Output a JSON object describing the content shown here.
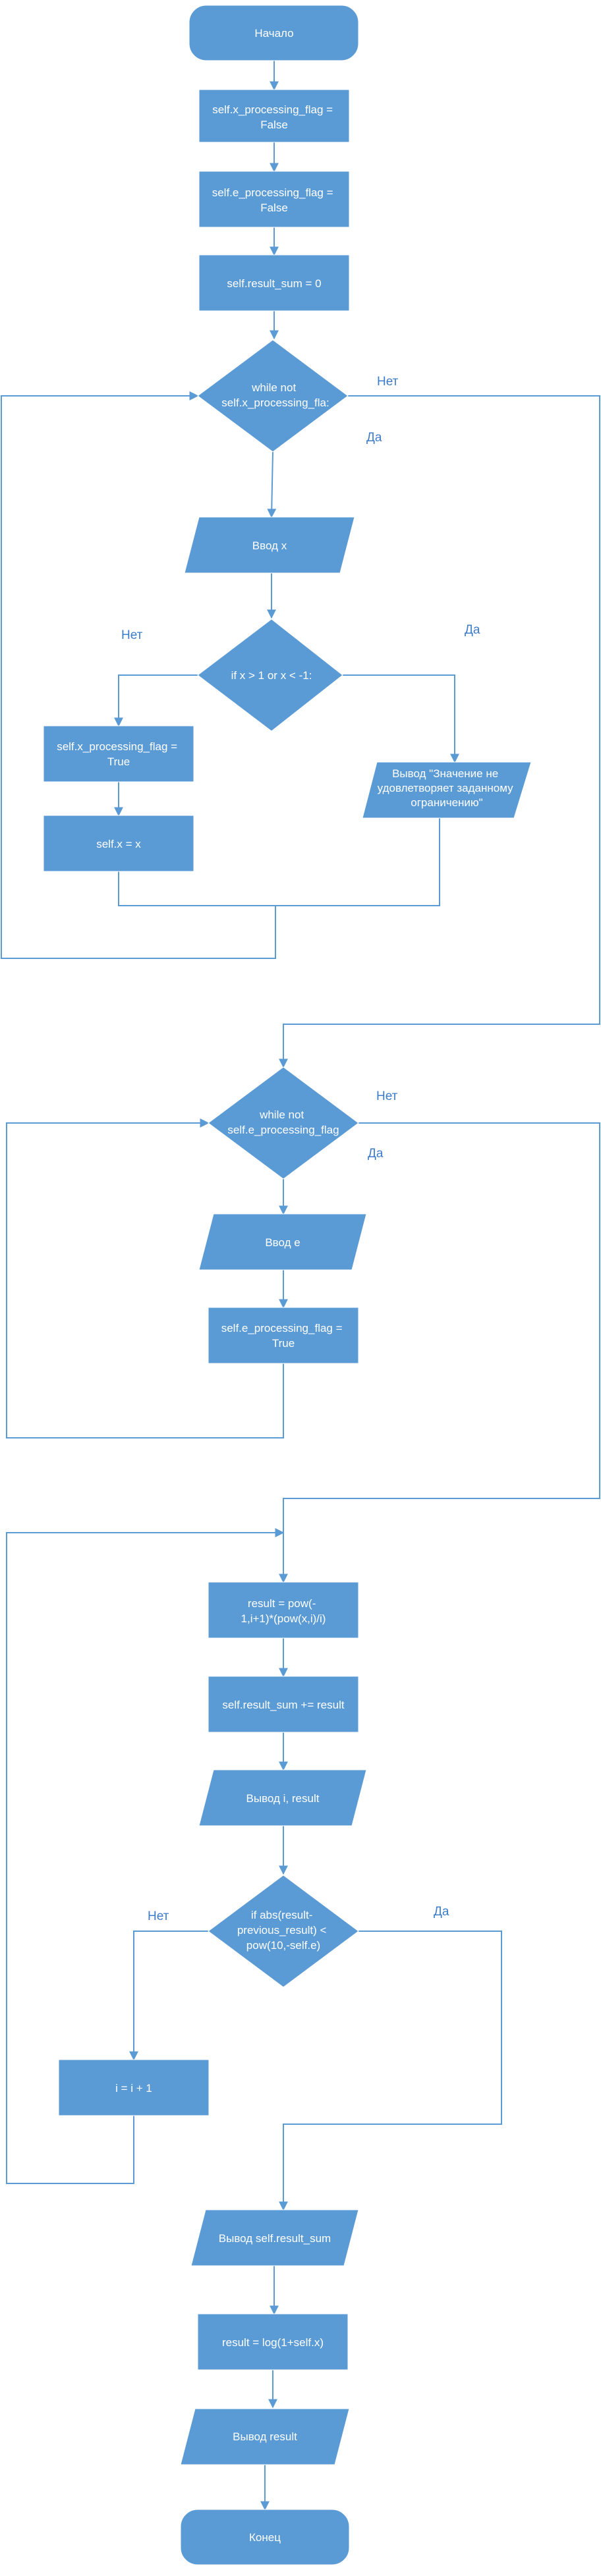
{
  "nodes": {
    "start": {
      "lines": [
        "Начало"
      ]
    },
    "set_x_flag_false": {
      "lines": [
        "self.x_processing_flag =",
        "False"
      ]
    },
    "set_e_flag_false": {
      "lines": [
        "self.e_processing_flag =",
        "False"
      ]
    },
    "set_result_sum_zero": {
      "lines": [
        "self.result_sum = 0"
      ]
    },
    "while_x_flag": {
      "lines": [
        "while not",
        "self.x_processing_fla:"
      ]
    },
    "input_x": {
      "lines": [
        "Ввод x"
      ]
    },
    "check_x_range": {
      "lines": [
        "if x > 1 or x < -1:"
      ]
    },
    "set_x_flag_true": {
      "lines": [
        "self.x_processing_flag =",
        "True"
      ]
    },
    "assign_self_x": {
      "lines": [
        "self.x = x"
      ]
    },
    "output_constraint_error": {
      "lines": [
        "Вывод \"Значение не",
        "удовлетворяет заданному",
        "ограничению\""
      ]
    },
    "while_e_flag": {
      "lines": [
        "while not",
        "self.e_processing_flag"
      ]
    },
    "input_e": {
      "lines": [
        "Ввод e"
      ]
    },
    "set_e_flag_true": {
      "lines": [
        "self.e_processing_flag =",
        "True"
      ]
    },
    "compute_result": {
      "lines": [
        "result = pow(-",
        "1,i+1)*(pow(x,i)/i)"
      ]
    },
    "accumulate_sum": {
      "lines": [
        "self.result_sum += result"
      ]
    },
    "output_i_result": {
      "lines": [
        "Вывод i, result"
      ]
    },
    "check_precision": {
      "lines": [
        "if abs(result-",
        "previous_result) <",
        "pow(10,-self.e)"
      ]
    },
    "increment_i": {
      "lines": [
        "i  = i + 1"
      ]
    },
    "output_result_sum": {
      "lines": [
        "Вывод self.result_sum"
      ]
    },
    "compute_log": {
      "lines": [
        "result = log(1+self.x)"
      ]
    },
    "output_result": {
      "lines": [
        "Вывод result"
      ]
    },
    "end": {
      "lines": [
        "Конец"
      ]
    }
  },
  "edge_labels": {
    "while_x_no": "Нет",
    "while_x_yes": "Да",
    "check_x_no": "Нет",
    "check_x_yes": "Да",
    "while_e_no": "Нет",
    "while_e_yes": "Да",
    "check_precision_no": "Нет",
    "check_precision_yes": "Да"
  },
  "colors": {
    "shape_fill": "#5b9bd5",
    "line": "#5b9bd5",
    "label_text": "#3d7cc9",
    "shape_text": "#ffffff"
  }
}
